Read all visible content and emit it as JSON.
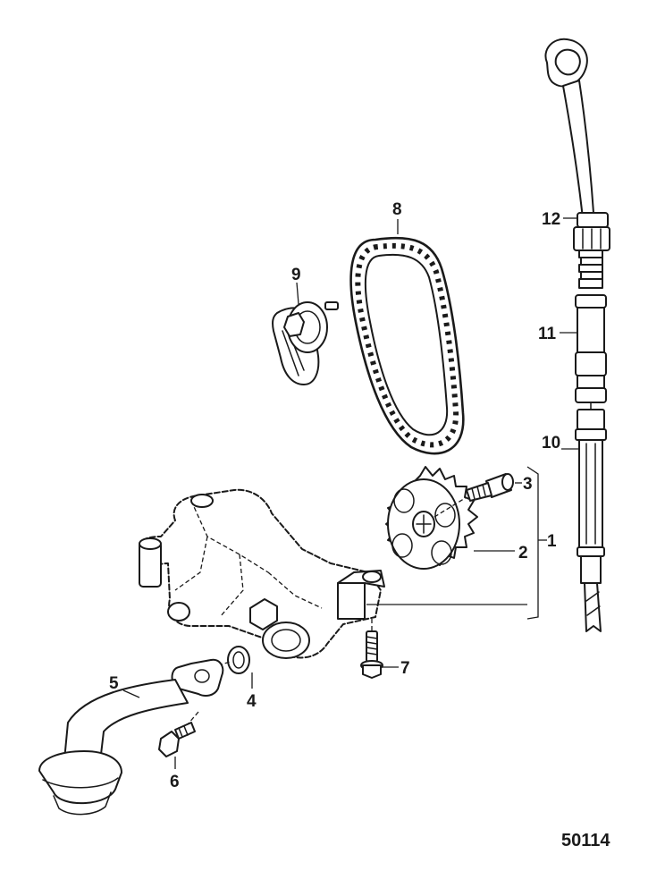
{
  "callouts": {
    "c1": "1",
    "c2": "2",
    "c3": "3",
    "c4": "4",
    "c5": "5",
    "c6": "6",
    "c7": "7",
    "c8": "8",
    "c9": "9",
    "c10": "10",
    "c11": "11",
    "c12": "12"
  },
  "drawing_number": "50114"
}
